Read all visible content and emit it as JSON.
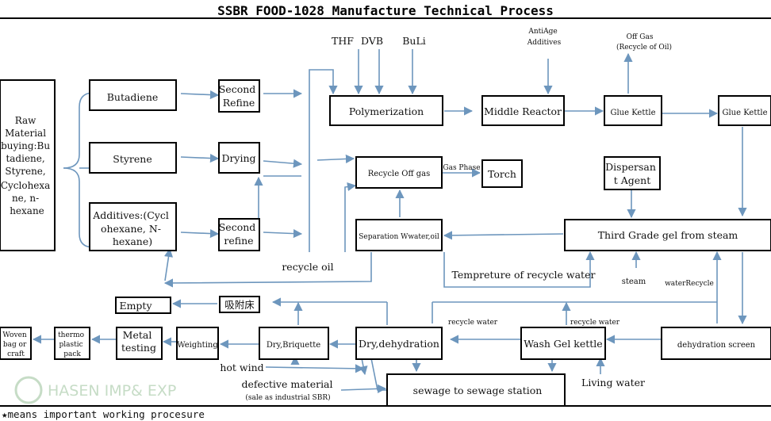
{
  "title": "SSBR FOOD-1028 Manufacture Technical Process",
  "colors": {
    "arrow": "#6d96bd",
    "border": "#000000",
    "watermark": "#c6dcc6"
  },
  "boxes": {
    "raw": [
      "Raw",
      "Material",
      "buying:Bu",
      "tadiene,",
      "Styrene,",
      "Cyclohexa",
      "ne, n-",
      "hexane"
    ],
    "butadiene": "Butadiene",
    "styrene": "Styrene",
    "additives": [
      "Additives:(Cycl",
      "ohexane, N-",
      "hexane)"
    ],
    "second_refine_1": [
      "Second",
      "Refine"
    ],
    "drying": "Drying",
    "second_refine_2": [
      "Second",
      "refine"
    ],
    "polymerization": "Polymerization",
    "middle_reactor": "Middle Reactor",
    "glue_kettle_1": "Glue Kettle",
    "glue_kettle_2": "Glue Kettle",
    "recycle_off_gas": "Recycle Off gas",
    "torch": "Torch",
    "dispersant": [
      "Dispersan",
      "t Agent"
    ],
    "separation": "Separation Wwater,oil",
    "third_grade": "Third Grade gel from steam",
    "empty": "Empty",
    "adsorber": "吸附床",
    "woven": [
      "Woven",
      "bag or",
      "craft"
    ],
    "thermo": [
      "thermo",
      "plastic",
      "pack"
    ],
    "metal": [
      "Metal",
      "testing"
    ],
    "weighting": "Weighting",
    "briquette": "Dry,Briquette",
    "dehydration": "Dry,dehydration",
    "wash_gel": "Wash Gel kettle",
    "dehydration_screen": "dehydration screen",
    "sewage": "sewage to sewage station"
  },
  "labels": {
    "thf": "THF",
    "dvb": "DVB",
    "buli": "BuLi",
    "antiage": [
      "AntiAge",
      "Additives"
    ],
    "off_gas": [
      "Off Gas",
      "(Recycle of Oil)"
    ],
    "gas_phase": "Gas Phase",
    "recycle_oil": "recycle oil",
    "temp_recycle_water": "Tempreture of recycle water",
    "steam": "steam",
    "water_recycle": "waterRecycle",
    "recycle_water_1": "recycle water",
    "recycle_water_2": "recycle water",
    "hot_wind": "hot wind",
    "defective": "defective material",
    "defective_note": "(sale as industrial SBR)",
    "living_water": "Living water"
  },
  "footer": "★means important working procesure",
  "watermark": "HASEN IMP& EXP"
}
